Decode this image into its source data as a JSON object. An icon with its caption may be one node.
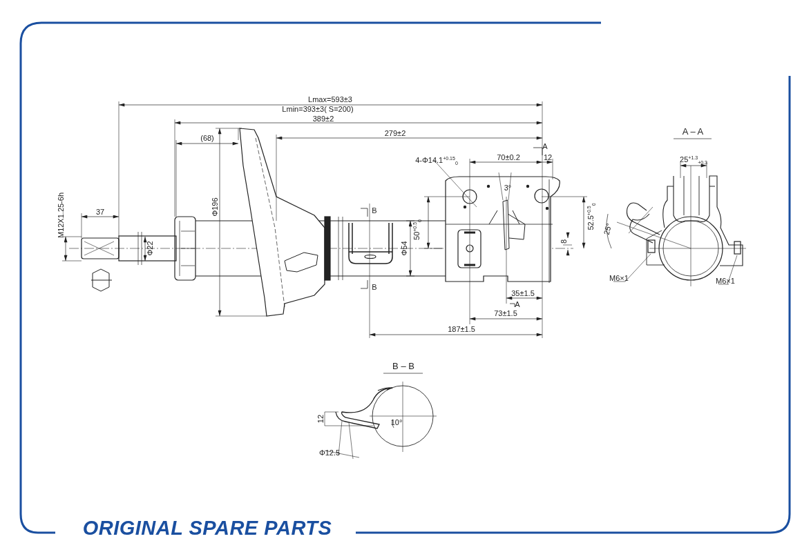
{
  "diagram": {
    "labels": [
      "Lmax=593±3",
      "Lmin=393±3(   S=200)",
      "389±2",
      "279±2",
      "(68)",
      "4-Φ14.1$^{+0.15}$$_{0}$",
      "70±0.2",
      "A",
      "12",
      "A – A",
      "25$^{+1.3}$$_{+0.3}$",
      "3°",
      "M12X1.25-6h",
      "37",
      "Φ196",
      "B",
      "Φ22",
      "Φ54",
      "50$^{+0.5}$$_{0}$",
      "52.5$^{+0.5}$$_{0}$",
      "8",
      "25°",
      "M6×1",
      "M6×1",
      "B",
      "35±1.5",
      "A",
      "73±1.5",
      "187±1.5",
      "B – B",
      "12",
      "10°",
      "Φ12.5",
      "ORIGINAL SPARE PARTS"
    ]
  }
}
